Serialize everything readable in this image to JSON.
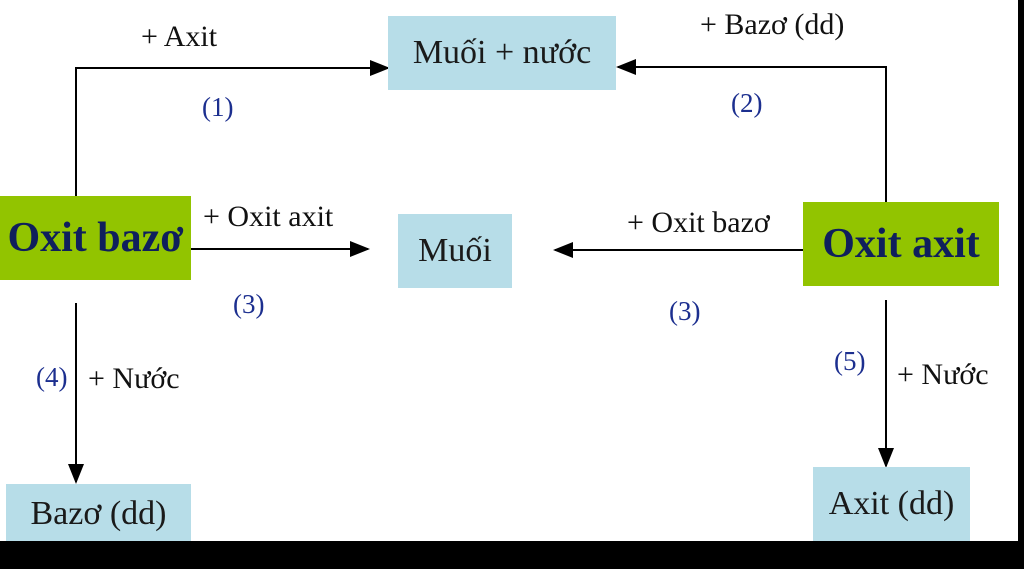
{
  "nodes": {
    "oxit_bazo": "Oxit bazơ",
    "oxit_axit": "Oxit axit",
    "muoi_nuoc": "Muối + nước",
    "muoi": "Muối",
    "bazo_dd": "Bazơ (dd)",
    "axit_dd": "Axit (dd)"
  },
  "edges": {
    "e1": {
      "label": "+ Axit",
      "number": "(1)"
    },
    "e2": {
      "label": "+ Bazơ (dd)",
      "number": "(2)"
    },
    "e3_left": {
      "label": "+ Oxit axit",
      "number": "(3)"
    },
    "e3_right": {
      "label": "+ Oxit bazơ",
      "number": "(3)"
    },
    "e4": {
      "label": "+ Nước",
      "number": "(4)"
    },
    "e5": {
      "label": "+ Nước",
      "number": "(5)"
    }
  },
  "colors": {
    "node_fill": "#b7dde8",
    "oxide_fill": "#92c400",
    "oxide_text": "#0f1f5c",
    "number_text": "#1c2f8f"
  }
}
